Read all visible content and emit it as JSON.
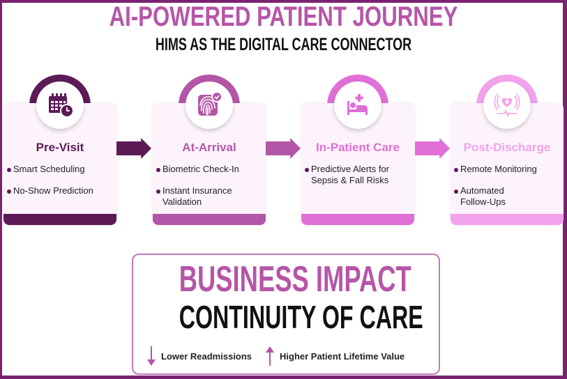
{
  "header": {
    "title": "AI-POWERED PATIENT JOURNEY",
    "subtitle": "HIMS AS THE DIGITAL CARE CONNECTOR"
  },
  "stages": [
    {
      "title": "Pre-Visit",
      "icon": "calendar-clock-icon",
      "color": "#5c1a56",
      "bullets": [
        "Smart Scheduling",
        "No-Show Prediction"
      ]
    },
    {
      "title": "At-Arrival",
      "icon": "fingerprint-check-icon",
      "color": "#b456a7",
      "bullets": [
        "Biometric Check-In",
        "Instant Insurance Validation"
      ]
    },
    {
      "title": "In-Patient Care",
      "icon": "hospital-bed-icon",
      "color": "#e070d6",
      "bullets": [
        "Predictive Alerts for Sepsis & Fall Risks"
      ]
    },
    {
      "title": "Post-Discharge",
      "icon": "remote-heart-monitor-icon",
      "color": "#f3a2ec",
      "bullets": [
        "Remote Monitoring",
        "Automated Follow-Ups"
      ]
    }
  ],
  "impact": {
    "title": "BUSINESS IMPACT",
    "subtitle": "CONTINUITY OF CARE",
    "items": [
      {
        "direction": "down",
        "icon": "arrow-down-icon",
        "label": "Lower Readmissions"
      },
      {
        "direction": "up",
        "icon": "arrow-up-icon",
        "label": "Higher Patient Lifetime Value"
      }
    ]
  },
  "colors": {
    "frame": "#7a2270",
    "accent": "#b655a8",
    "text_dark": "#111111"
  }
}
